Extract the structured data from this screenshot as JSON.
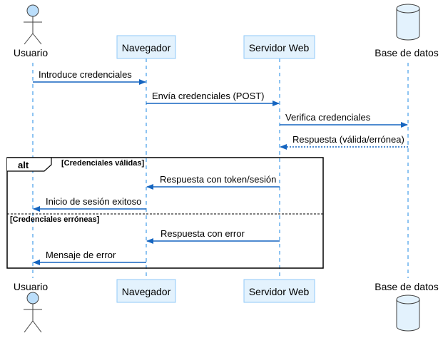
{
  "participants": {
    "usuario": "Usuario",
    "navegador": "Navegador",
    "servidor": "Servidor Web",
    "base": "Base de datos"
  },
  "messages": [
    {
      "id": "m1",
      "from": "usuario",
      "to": "navegador",
      "label": "Introduce credenciales",
      "style": "solid"
    },
    {
      "id": "m2",
      "from": "navegador",
      "to": "servidor",
      "label": "Envía credenciales (POST)",
      "style": "solid"
    },
    {
      "id": "m3",
      "from": "servidor",
      "to": "base",
      "label": "Verifica credenciales",
      "style": "solid"
    },
    {
      "id": "m4",
      "from": "base",
      "to": "servidor",
      "label": "Respuesta (válida/errónea)",
      "style": "dotted"
    },
    {
      "id": "m5",
      "from": "servidor",
      "to": "navegador",
      "label": "Respuesta con token/sesión",
      "style": "solid"
    },
    {
      "id": "m6",
      "from": "navegador",
      "to": "usuario",
      "label": "Inicio de sesión exitoso",
      "style": "solid"
    },
    {
      "id": "m7",
      "from": "servidor",
      "to": "navegador",
      "label": "Respuesta con error",
      "style": "solid"
    },
    {
      "id": "m8",
      "from": "navegador",
      "to": "usuario",
      "label": "Mensaje de error",
      "style": "solid"
    }
  ],
  "alt": {
    "tag": "alt",
    "guard1": "[Credenciales válidas]",
    "guard2": "[Credenciales erróneas]"
  },
  "colors": {
    "arrow": "#1565c0",
    "box_fill": "#e3f2fd",
    "box_stroke": "#90caf9",
    "actor_fill": "#bbdefb",
    "lifeline": "#1e88e5",
    "frame": "#000000"
  },
  "icons": {
    "actor": "stick-figure-icon",
    "database": "database-cylinder-icon"
  }
}
